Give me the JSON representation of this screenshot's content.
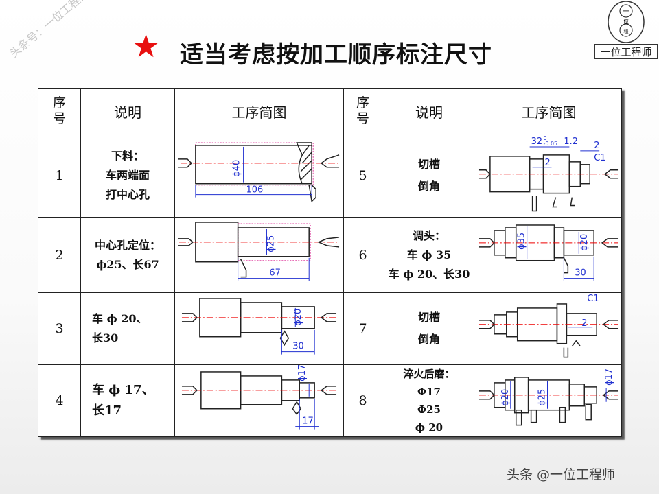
{
  "title": {
    "star": "★",
    "text": "适当考虑按加工顺序标注尺寸"
  },
  "logo": {
    "text": "一位工程师",
    "top_char": "一",
    "mid_char": "位",
    "bot_char": "程"
  },
  "watermark": "头条号：一位工程师",
  "credit": "头条 @一位工程师",
  "table": {
    "headers": {
      "seq": [
        "序",
        "号"
      ],
      "desc": "说明",
      "sketch": "工序简图"
    },
    "rows": [
      {
        "left": {
          "no": "1",
          "lines": [
            "下料：",
            "车两端面",
            "打中心孔"
          ],
          "dims": {
            "dia": "ϕ40",
            "len": "106"
          }
        },
        "right": {
          "no": "5",
          "lines": [
            "切槽",
            "倒角"
          ],
          "dims": {
            "top": "32",
            "tol_up": "0",
            "tol_low": "-0.05",
            "groove": "1.2",
            "right": "2",
            "chamfer": "C1",
            "inner": "2"
          }
        }
      },
      {
        "left": {
          "no": "2",
          "lines": [
            "中心孔定位：",
            "ϕ25、长67"
          ],
          "dims": {
            "dia": "ϕ25",
            "len": "67"
          }
        },
        "right": {
          "no": "6",
          "lines": [
            "调头：",
            "车 ϕ 35",
            "车 ϕ 20、长30"
          ],
          "dims": {
            "dia1": "ϕ35",
            "dia2": "ϕ20",
            "len": "30"
          }
        }
      },
      {
        "left": {
          "no": "3",
          "lines": [
            "车 ϕ 20、",
            "长30"
          ],
          "dims": {
            "dia": "ϕ20",
            "len": "30"
          }
        },
        "right": {
          "no": "7",
          "lines": [
            "切槽",
            "倒角"
          ],
          "dims": {
            "chamfer": "C1",
            "inner": "2"
          }
        }
      },
      {
        "left": {
          "no": "4",
          "lines": [
            "车 ϕ 17、",
            "长17"
          ],
          "dims": {
            "dia": "ϕ17",
            "len": "17"
          }
        },
        "right": {
          "no": "8",
          "lines": [
            "淬火后磨：",
            "Φ17",
            "Φ25",
            "ϕ 20"
          ],
          "dims": {
            "dia1": "ϕ20",
            "dia2": "ϕ25",
            "dia3": "ϕ17"
          }
        }
      }
    ]
  }
}
